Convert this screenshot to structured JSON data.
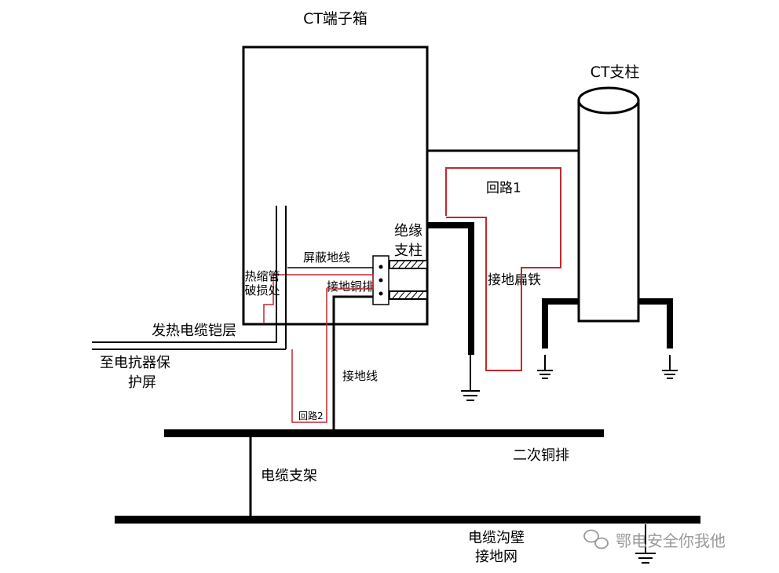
{
  "labels": {
    "ct_box_title": "CT端子箱",
    "ct_pillar_title": "CT支柱",
    "loop1": "回路1",
    "insulated_post_1": "绝缘",
    "insulated_post_2": "支柱",
    "shield_ground_wire": "屏蔽地线",
    "heat_shrink_1": "热缩管",
    "heat_shrink_2": "破损处",
    "ground_copper_bar": "接地铜排",
    "ground_flat_iron": "接地扁铁",
    "heating_cable_armor": "发热电缆铠层",
    "to_reactor_1": "至电抗器保",
    "to_reactor_2": "护屏",
    "ground_wire": "接地线",
    "loop2": "回路2",
    "secondary_copper_bar": "二次铜排",
    "cable_support": "电缆支架",
    "trench_1": "电缆沟壁",
    "trench_2": "接地网"
  },
  "watermark": "鄂电安全你我他",
  "colors": {
    "line": "#000000",
    "loop": "#c0282d",
    "watermark": "#9a9a9a"
  }
}
